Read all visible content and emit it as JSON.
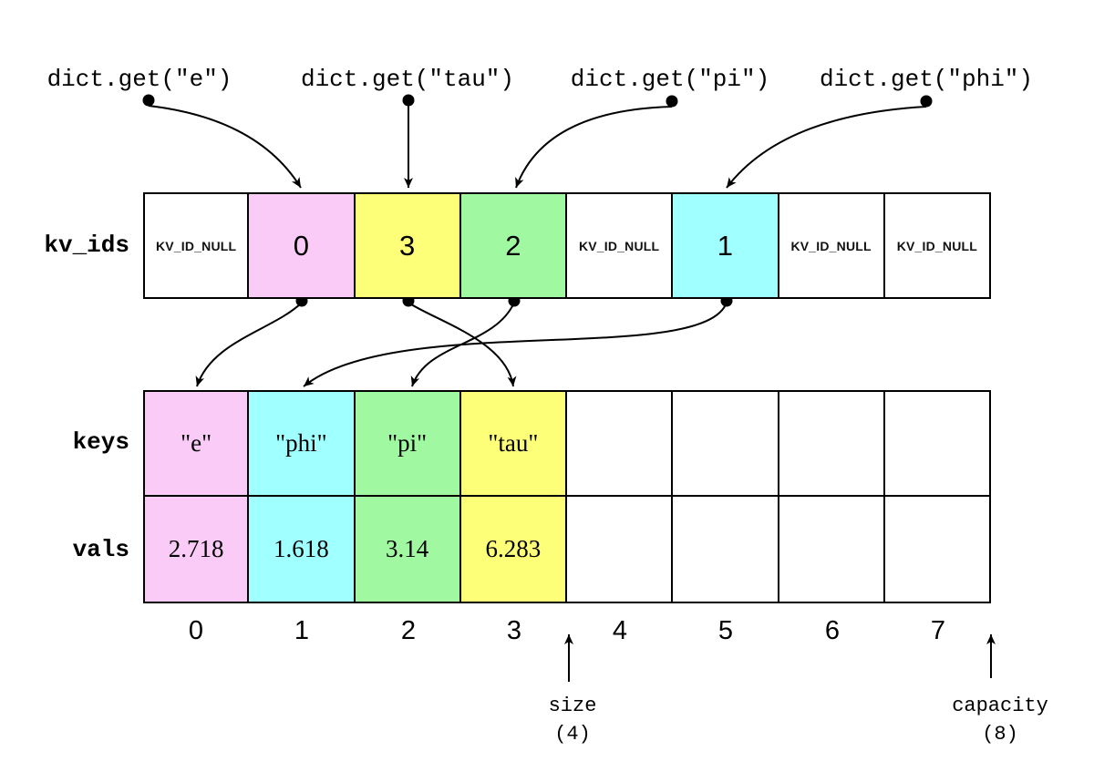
{
  "colors": {
    "pink": "#fbcbf7",
    "cyan": "#a0ffff",
    "green": "#a0f8a0",
    "yellow": "#feff78",
    "line": "#000000"
  },
  "queries": [
    {
      "label": "dict.get(\"e\")"
    },
    {
      "label": "dict.get(\"tau\")"
    },
    {
      "label": "dict.get(\"pi\")"
    },
    {
      "label": "dict.get(\"phi\")"
    }
  ],
  "rows": {
    "kv_ids": {
      "label": "kv_ids",
      "cells": [
        {
          "text": "KV_ID_NULL",
          "bg": "#ffffff"
        },
        {
          "text": "0",
          "bg": "#fbcbf7"
        },
        {
          "text": "3",
          "bg": "#feff78"
        },
        {
          "text": "2",
          "bg": "#a0f8a0"
        },
        {
          "text": "KV_ID_NULL",
          "bg": "#ffffff"
        },
        {
          "text": "1",
          "bg": "#a0ffff"
        },
        {
          "text": "KV_ID_NULL",
          "bg": "#ffffff"
        },
        {
          "text": "KV_ID_NULL",
          "bg": "#ffffff"
        }
      ]
    },
    "keys": {
      "label": "keys",
      "cells": [
        {
          "text": "\"e\"",
          "bg": "#fbcbf7"
        },
        {
          "text": "\"phi\"",
          "bg": "#a0ffff"
        },
        {
          "text": "\"pi\"",
          "bg": "#a0f8a0"
        },
        {
          "text": "\"tau\"",
          "bg": "#feff78"
        },
        {
          "text": "",
          "bg": "#ffffff"
        },
        {
          "text": "",
          "bg": "#ffffff"
        },
        {
          "text": "",
          "bg": "#ffffff"
        },
        {
          "text": "",
          "bg": "#ffffff"
        }
      ]
    },
    "vals": {
      "label": "vals",
      "cells": [
        {
          "text": "2.718",
          "bg": "#fbcbf7"
        },
        {
          "text": "1.618",
          "bg": "#a0ffff"
        },
        {
          "text": "3.14",
          "bg": "#a0f8a0"
        },
        {
          "text": "6.283",
          "bg": "#feff78"
        },
        {
          "text": "",
          "bg": "#ffffff"
        },
        {
          "text": "",
          "bg": "#ffffff"
        },
        {
          "text": "",
          "bg": "#ffffff"
        },
        {
          "text": "",
          "bg": "#ffffff"
        }
      ]
    }
  },
  "indices": [
    "0",
    "1",
    "2",
    "3",
    "4",
    "5",
    "6",
    "7"
  ],
  "annotations": {
    "size_label": "size",
    "size_value": "(4)",
    "capacity_label": "capacity",
    "capacity_value": "(8)"
  }
}
